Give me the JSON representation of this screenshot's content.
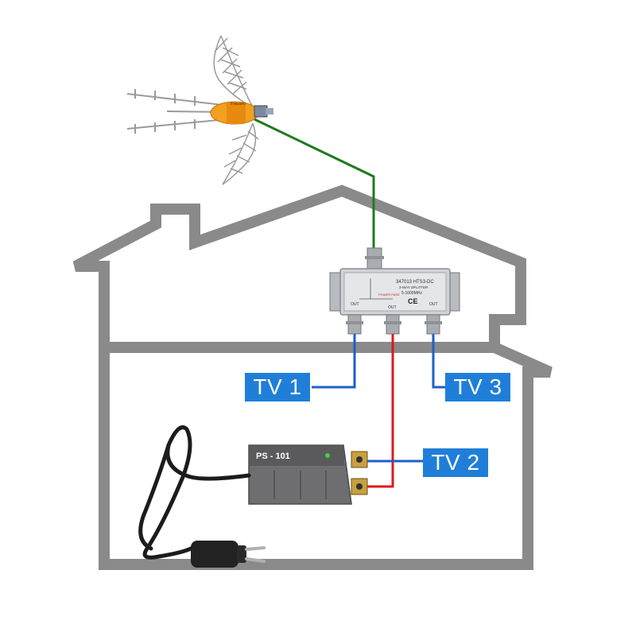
{
  "labels": {
    "tv1": "TV 1",
    "tv2": "TV 2",
    "tv3": "TV 3"
  },
  "splitter": {
    "model": "347013 HTS3-DC",
    "type": "3-WAY SPLITTER",
    "freq": "5-1000MHz",
    "ce": "CE",
    "power_pass": "POWER PASS",
    "out_label": "OUT"
  },
  "power_supply": {
    "model": "PS - 101"
  },
  "antenna": {
    "brand": "Fracarro"
  },
  "colors": {
    "house": "#8a8a8a",
    "antenna_cable": "#1e7a1e",
    "tv_cable": "#1f5fc8",
    "power_cable": "#e01818",
    "label_bg": "#1f7fd8"
  }
}
